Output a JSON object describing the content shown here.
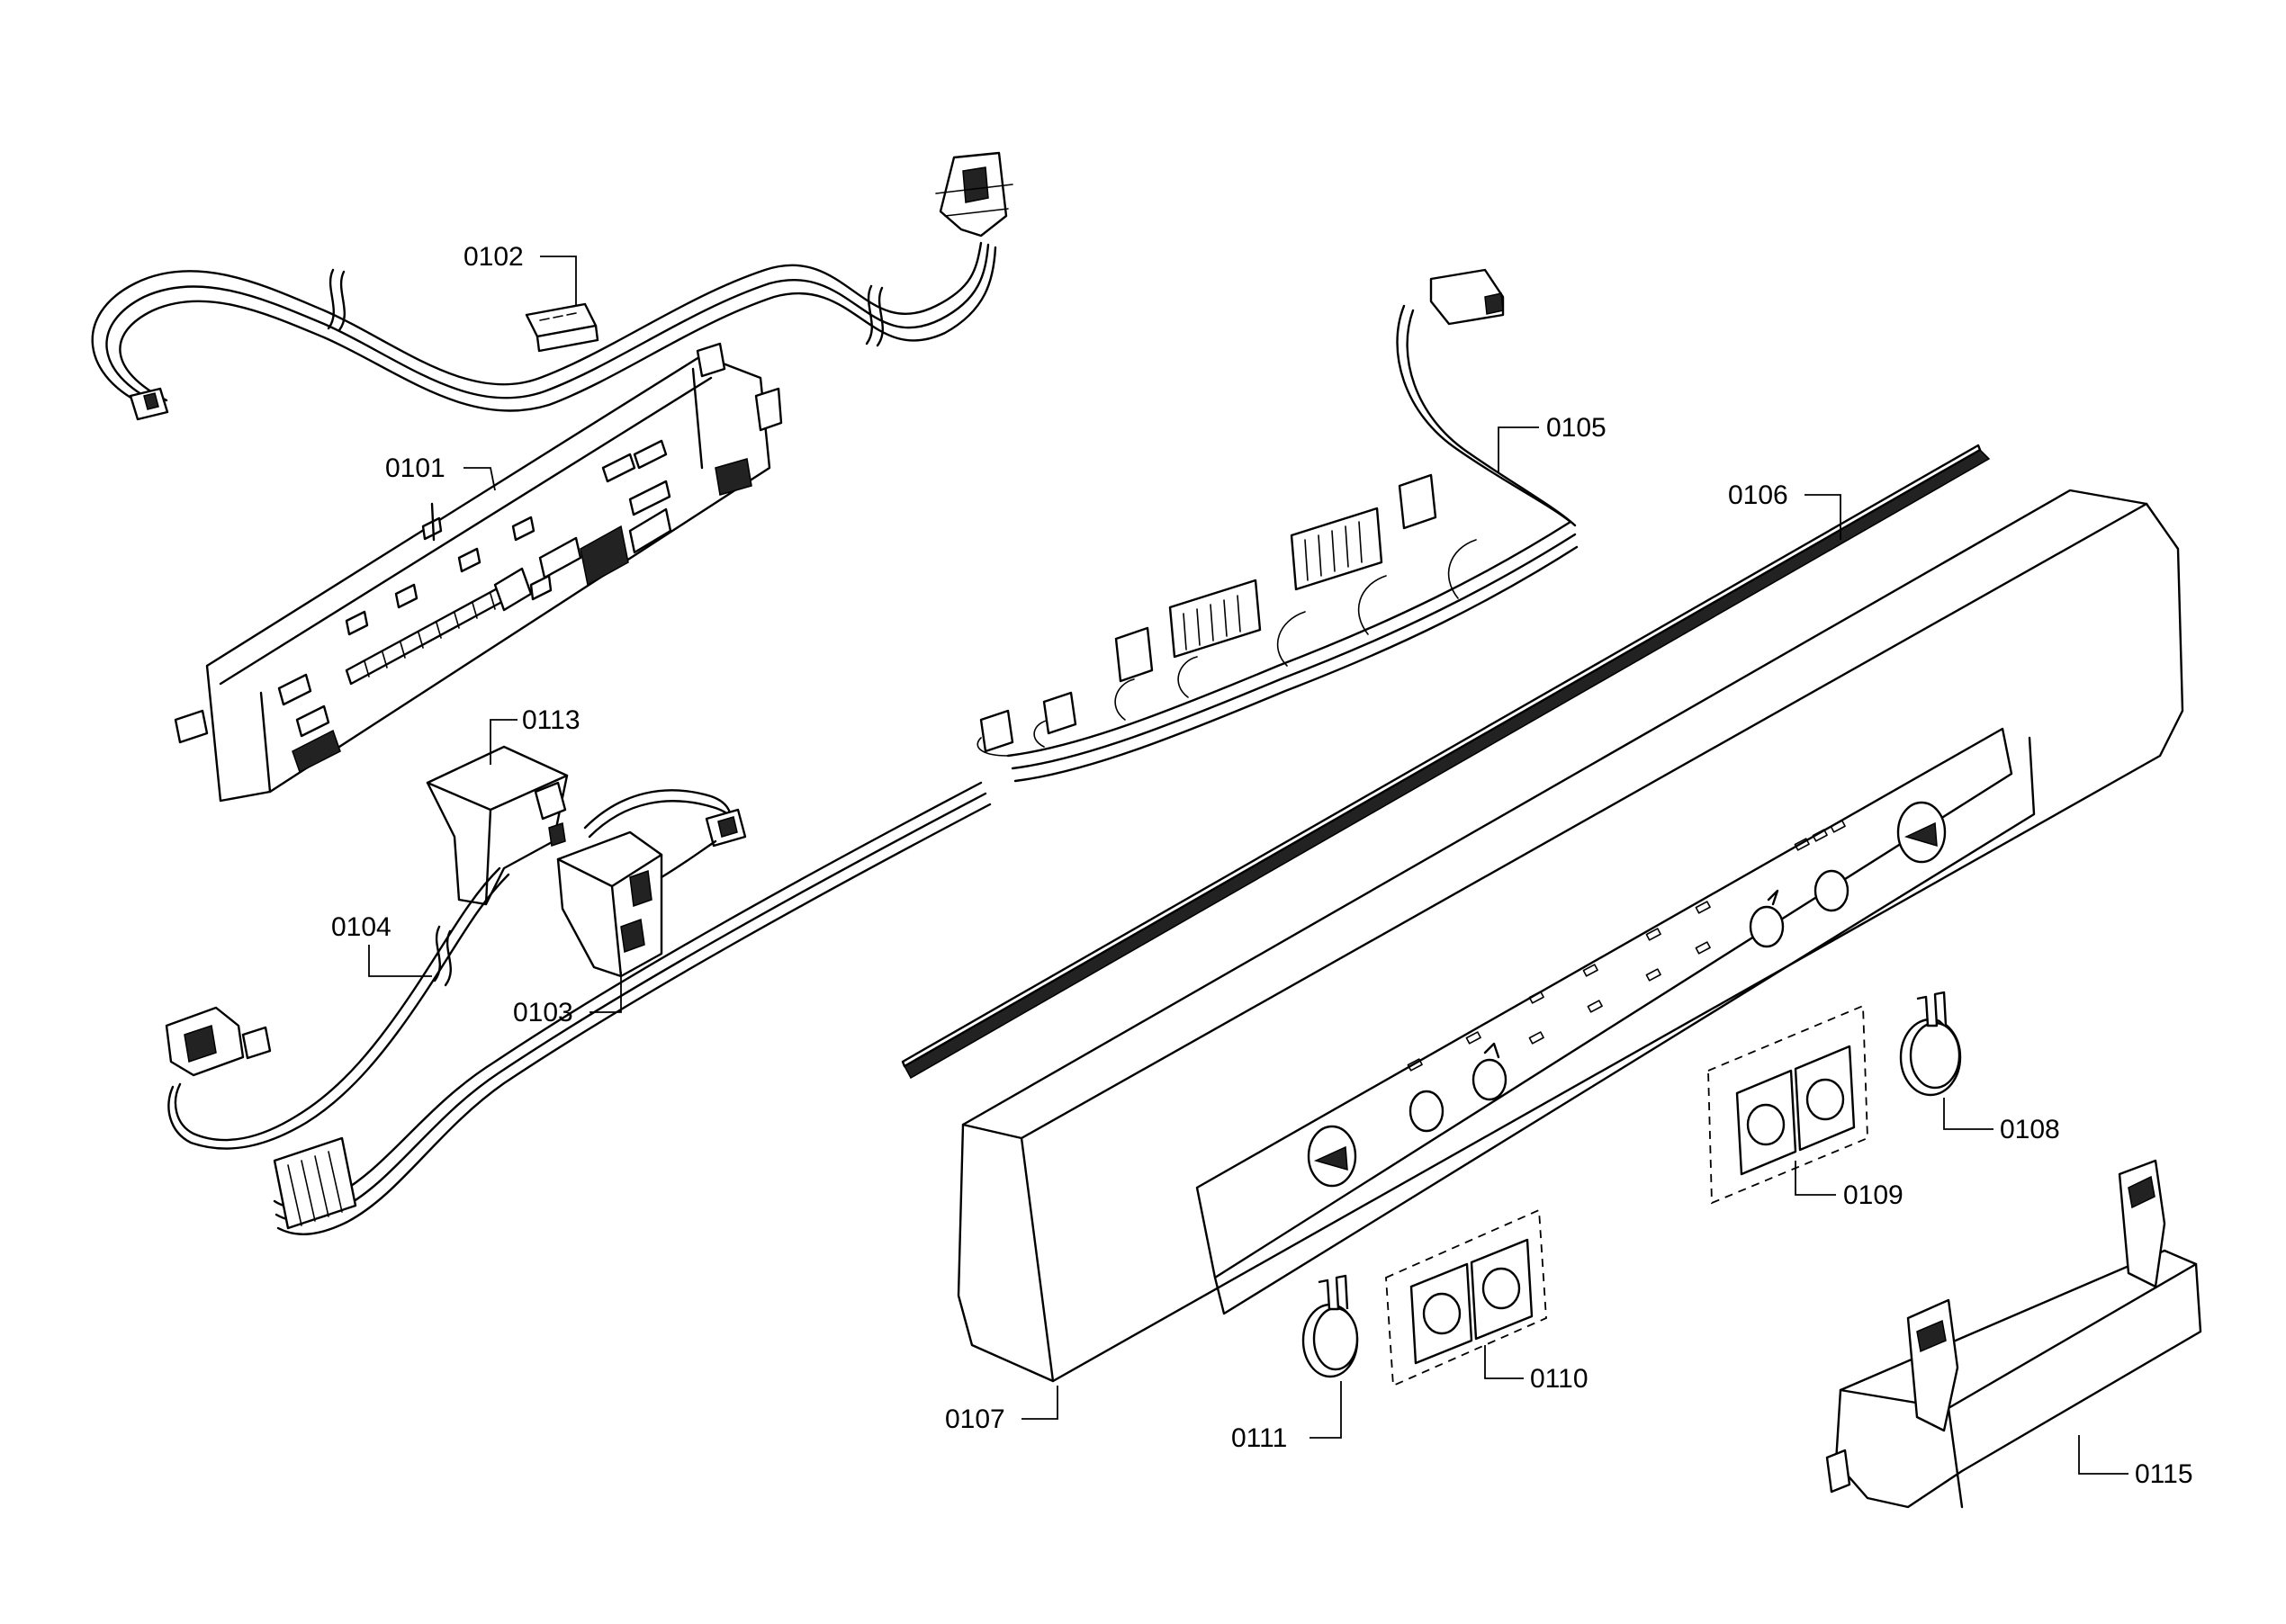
{
  "diagram": {
    "parts": [
      {
        "id": "p0101",
        "label": "0101"
      },
      {
        "id": "p0102",
        "label": "0102"
      },
      {
        "id": "p0103",
        "label": "0103"
      },
      {
        "id": "p0104",
        "label": "0104"
      },
      {
        "id": "p0105",
        "label": "0105"
      },
      {
        "id": "p0106",
        "label": "0106"
      },
      {
        "id": "p0107",
        "label": "0107"
      },
      {
        "id": "p0108",
        "label": "0108"
      },
      {
        "id": "p0109",
        "label": "0109"
      },
      {
        "id": "p0110",
        "label": "0110"
      },
      {
        "id": "p0111",
        "label": "0111"
      },
      {
        "id": "p0113",
        "label": "0113"
      },
      {
        "id": "p0115",
        "label": "0115"
      }
    ]
  }
}
